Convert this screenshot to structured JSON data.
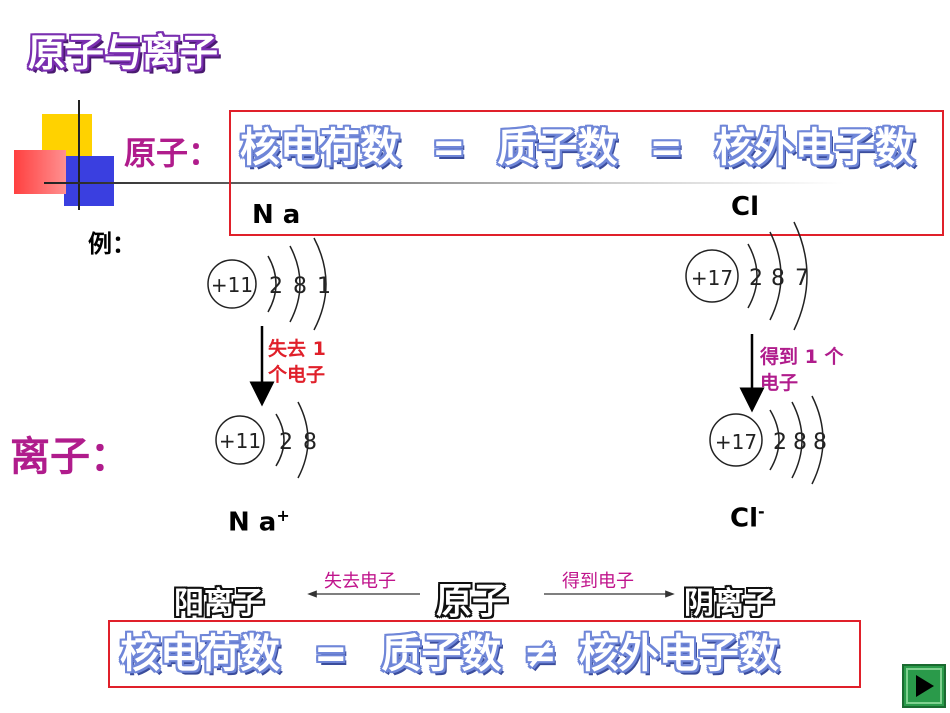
{
  "title": "原子与离子",
  "atom_label": "原子：",
  "atom_equation": {
    "left": "核电荷数",
    "eq1": "=",
    "middle": "质子数",
    "eq2": "=",
    "right": "核外电子数"
  },
  "example_label": "例：",
  "ion_label": "离子：",
  "na": {
    "atom_symbol": "N a",
    "ion_symbol": "N a",
    "ion_charge": "+",
    "atom_nucleus": "+11",
    "atom_shells": [
      "2",
      "8",
      "1"
    ],
    "ion_nucleus": "+11",
    "ion_shells": [
      "2",
      "8"
    ],
    "process_line1": "失去 1",
    "process_line2": "个电子"
  },
  "cl": {
    "atom_symbol": "Cl",
    "ion_symbol": "Cl",
    "ion_charge": "-",
    "atom_nucleus": "+17",
    "atom_shells": [
      "2",
      "8",
      "7"
    ],
    "ion_nucleus": "+17",
    "ion_shells": [
      "2",
      "8",
      "8"
    ],
    "process_line1": "得到 1 个",
    "process_line2": "电子"
  },
  "bottom_flow": {
    "left": "阳离子",
    "left_arrow": "失去电子",
    "center": "原子",
    "right_arrow": "得到电子",
    "right": "阴离子"
  },
  "ion_equation": {
    "left": "核电荷数",
    "eq": "=",
    "middle": "质子数",
    "neq": "≠",
    "right": "核外电子数"
  },
  "colors": {
    "accent_red": "#e0202a",
    "title_purple": "#7a2fb0",
    "label_magenta": "#b01c8c",
    "bubble_blue": "#6f86d8",
    "nav_green": "#2a9a4a"
  },
  "nav": {
    "icon": "play-next-icon"
  }
}
